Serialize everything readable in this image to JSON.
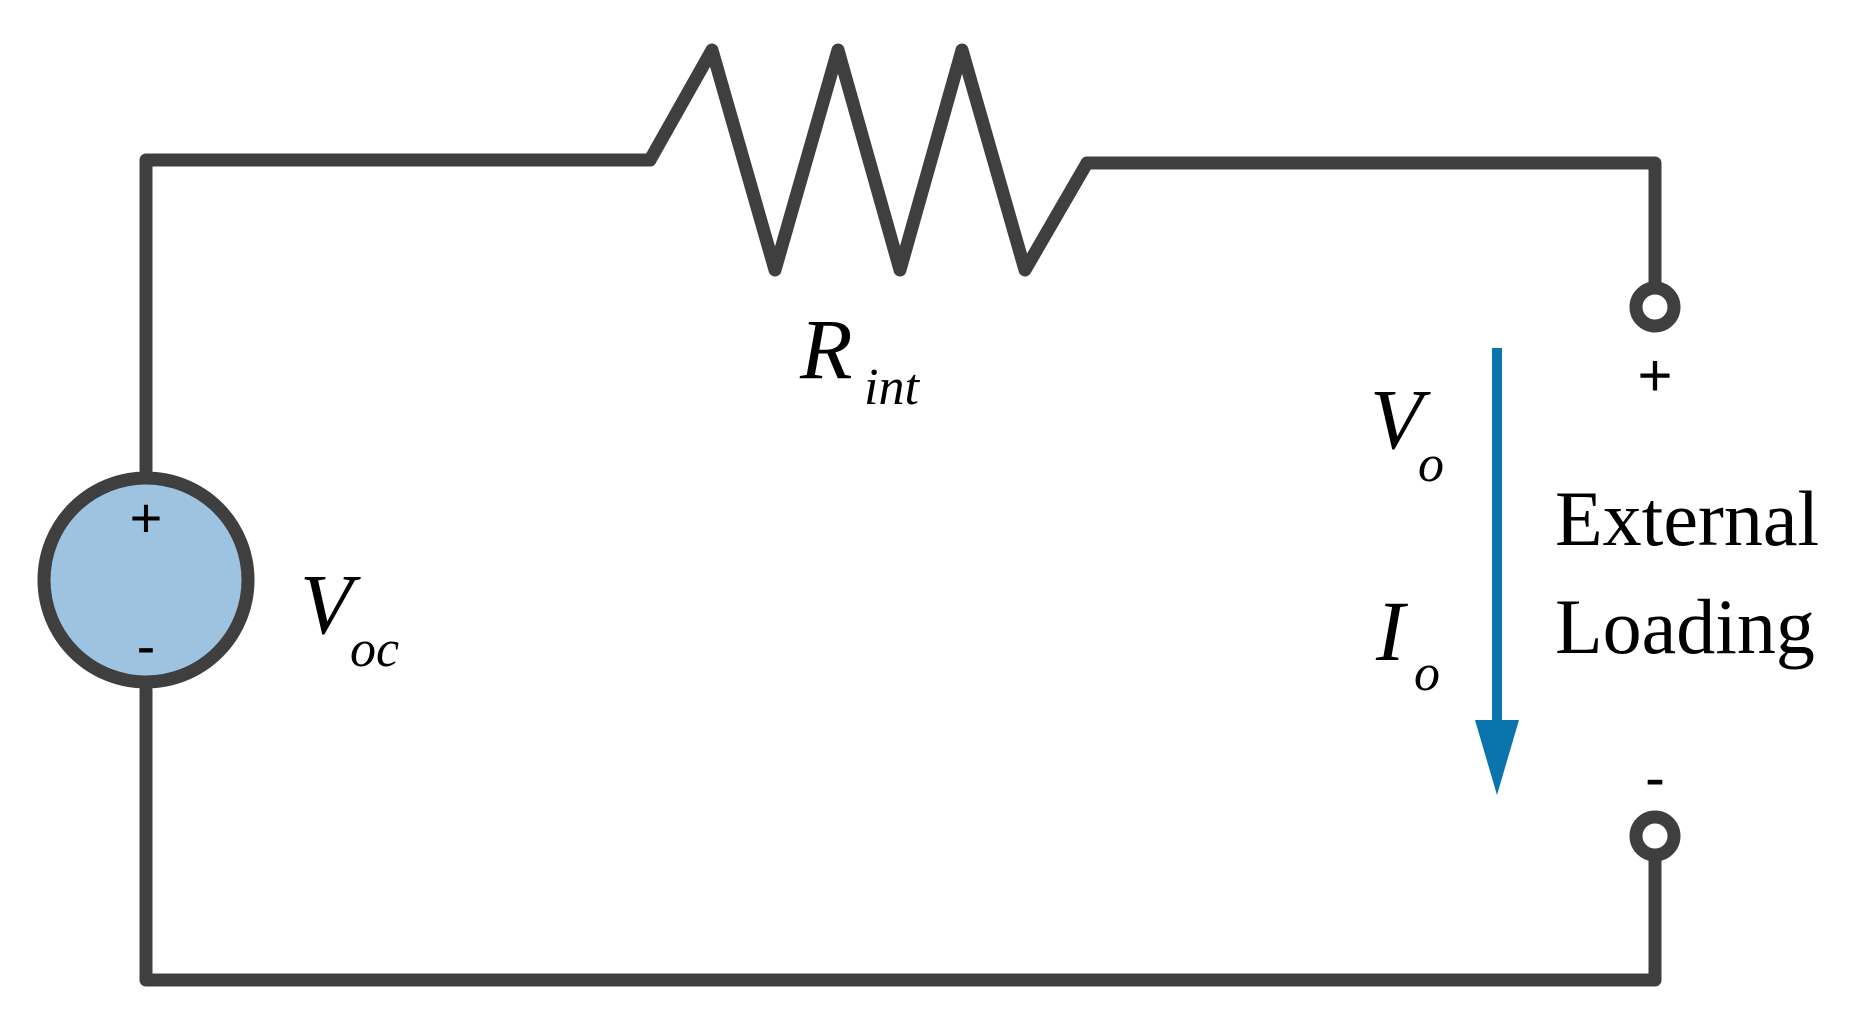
{
  "colors": {
    "wire": "#3f3f3f",
    "source_fill": "#9ec3e0",
    "arrow": "#0a75ad",
    "text": "#000000",
    "background": "#ffffff"
  },
  "source": {
    "name_main": "V",
    "name_sub": "oc",
    "plus": "+",
    "minus": "-"
  },
  "resistor": {
    "name_main": "R",
    "name_sub": "int"
  },
  "output": {
    "voltage_main": "V",
    "voltage_sub": "o",
    "current_main": "I",
    "current_sub": "o",
    "plus": "+",
    "minus": "-"
  },
  "load": {
    "line1": "External",
    "line2": "Loading"
  }
}
